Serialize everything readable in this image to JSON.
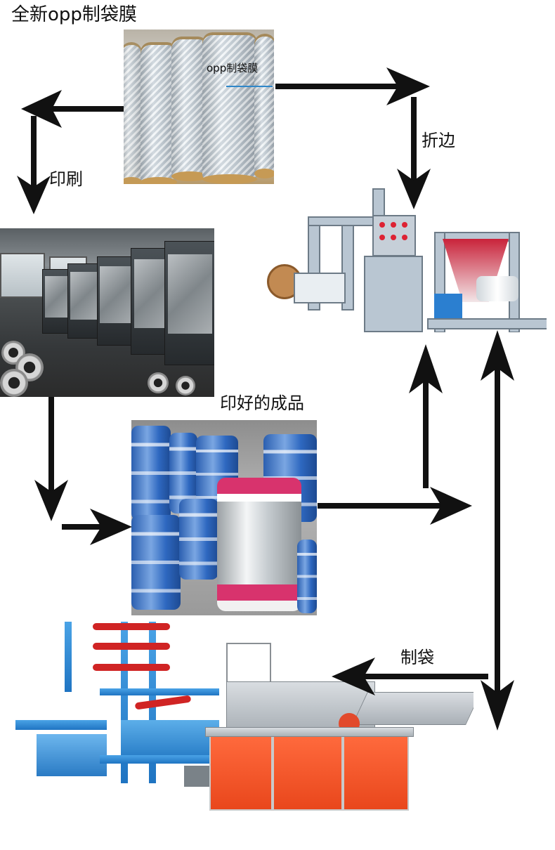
{
  "title": "全新opp制袋膜",
  "labels": {
    "film": "opp制袋膜",
    "printing": "印刷",
    "folding": "折边",
    "printed": "印好的成品",
    "bag_making": "制袋"
  },
  "colors": {
    "arrow": "#111111",
    "pointer_line": "#2f87c9",
    "machine_blue": "#1f74c2",
    "machine_orange": "#f0562a",
    "roller_red": "#d02424"
  },
  "steps": [
    {
      "from": "film",
      "to": "printing",
      "label": "印刷"
    },
    {
      "from": "film",
      "to": "folding",
      "label": "折边"
    },
    {
      "from": "printing",
      "to": "printed"
    },
    {
      "from": "printed",
      "to": "folding"
    },
    {
      "from": "folding",
      "to": "bag_making",
      "label": "制袋"
    }
  ]
}
